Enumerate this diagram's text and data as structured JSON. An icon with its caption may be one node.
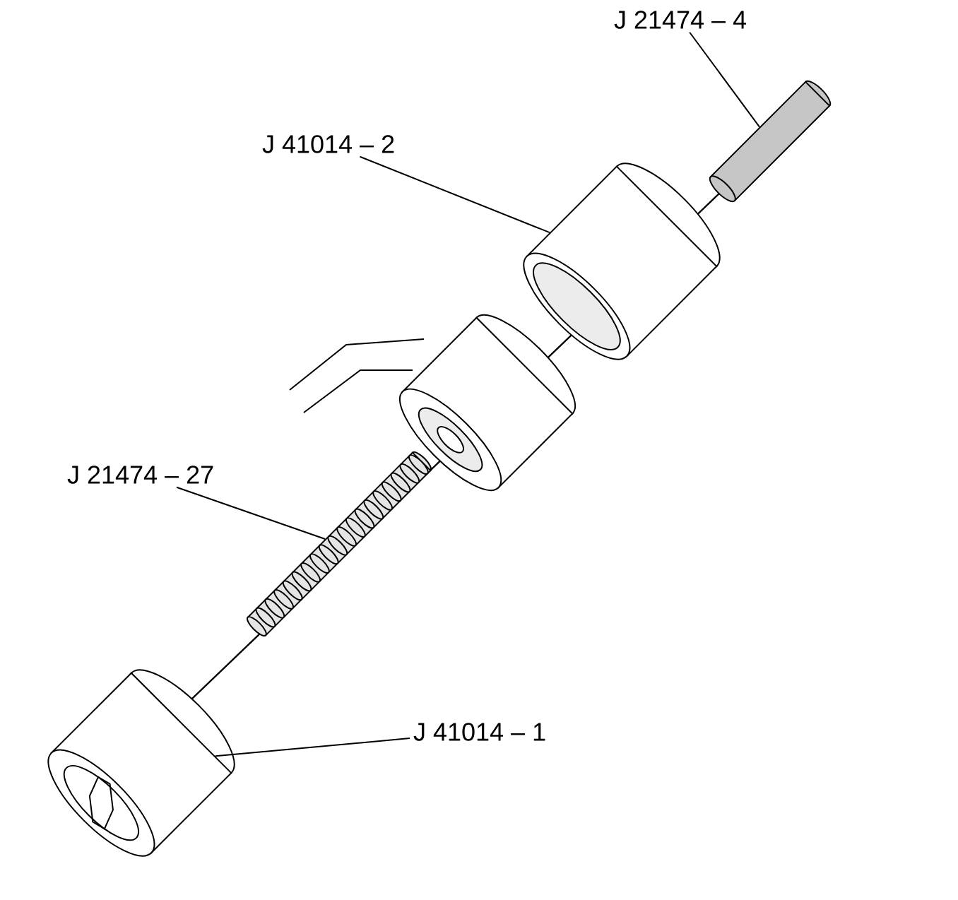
{
  "diagram": {
    "nodes": [
      {
        "text": [
          "J 21474 – 4"
        ]
      },
      {
        "text": [
          "J 41014 – 2"
        ]
      },
      {
        "text": [
          "J 21474 – 27"
        ]
      },
      {
        "text": [
          "J 41014 – 1"
        ]
      },
      {
        "text": [],
        "shape": "picture"
      },
      {
        "text": [],
        "shape": "picture"
      },
      {
        "text": [],
        "shape": "picture"
      },
      {
        "text": [],
        "shape": "picture"
      }
    ],
    "edges": [
      {
        "from": 0,
        "to": 4,
        "arrow": "none"
      },
      {
        "from": 1,
        "to": 5,
        "arrow": "none"
      },
      {
        "from": 2,
        "to": 6,
        "arrow": "none"
      },
      {
        "from": 3,
        "to": 7,
        "arrow": "none"
      }
    ]
  }
}
